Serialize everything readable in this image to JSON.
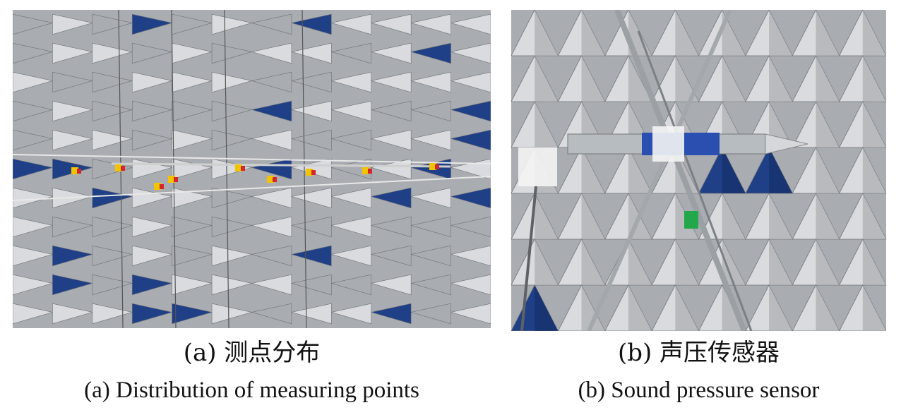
{
  "figure": {
    "panels": [
      {
        "id": "a",
        "caption_cn": "(a) 测点分布",
        "caption_en": "(a) Distribution of measuring points",
        "photo_icon": "anechoic-chamber-measuring-points-photo"
      },
      {
        "id": "b",
        "caption_cn": "(b) 声压传感器",
        "caption_en": "(b) Sound pressure sensor",
        "photo_icon": "sound-pressure-sensor-photo"
      }
    ],
    "colors": {
      "foam_light": "#d9dbde",
      "foam_mid": "#a9acb1",
      "foam_dark": "#6f7377",
      "foam_blue": "#1f3f86",
      "sensor_steel": "#b7bcc0",
      "tape_blue": "#2a4fb0",
      "tape_green": "#22a84a",
      "marker_yellow": "#f2c400",
      "marker_red": "#d4262a"
    }
  }
}
